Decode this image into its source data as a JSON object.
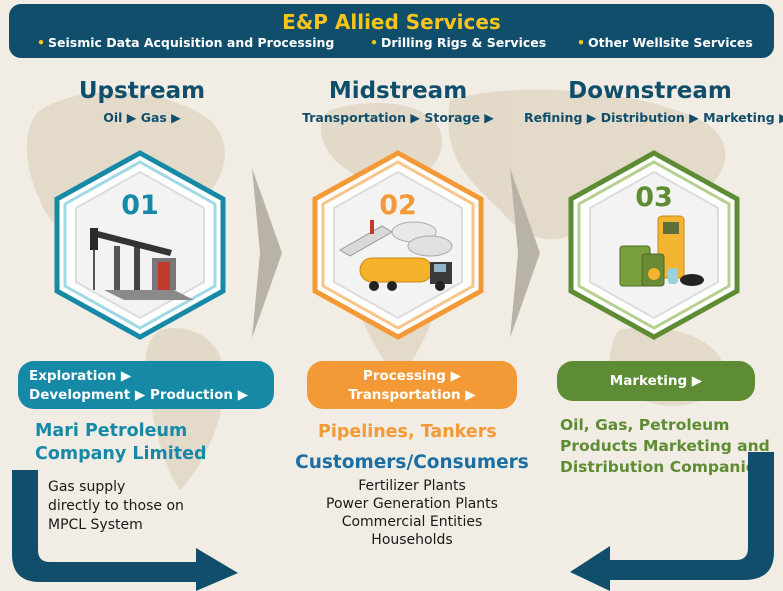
{
  "banner": {
    "title": "E&P Allied Services",
    "services": [
      "Seismic Data Acquisition and Processing",
      "Drilling Rigs & Services",
      "Other Wellsite Services"
    ]
  },
  "stages": [
    {
      "title": "Upstream",
      "subtitle": "Oil ▶ Gas ▶",
      "number": "01",
      "activities": [
        "Exploration ▶",
        "Development ▶ Production ▶"
      ],
      "entity": [
        "Mari Petroleum",
        "Company Limited"
      ],
      "note": [
        "Gas supply",
        "directly to those on",
        "MPCL System"
      ],
      "color": "#1689a6",
      "illustration": "oil-pump-jack-icon"
    },
    {
      "title": "Midstream",
      "subtitle": "Transportation ▶ Storage ▶",
      "number": "02",
      "activities": [
        "Processing ▶",
        "Transportation ▶"
      ],
      "entity": [
        "Pipelines, Tankers"
      ],
      "color": "#f39a37",
      "illustration": "tanker-truck-pipeline-icon"
    },
    {
      "title": "Downstream",
      "subtitle": "Refining ▶ Distribution ▶ Marketing ▶",
      "number": "03",
      "activities": [
        "Marketing ▶"
      ],
      "entity": [
        "Oil, Gas, Petroleum",
        "Products Marketing and",
        "Distribution Companies"
      ],
      "color": "#5d8c34",
      "illustration": "fuel-pump-canisters-icon"
    }
  ],
  "customers": {
    "title": "Customers/Consumers",
    "items": [
      "Fertilizer Plants",
      "Power Generation Plants",
      "Commercial Entities",
      "Households"
    ]
  },
  "colors": {
    "navy": "#114e6b",
    "gold": "#f5c51b",
    "teal": "#1689a6",
    "orange": "#f39a37",
    "green": "#5d8c34"
  }
}
